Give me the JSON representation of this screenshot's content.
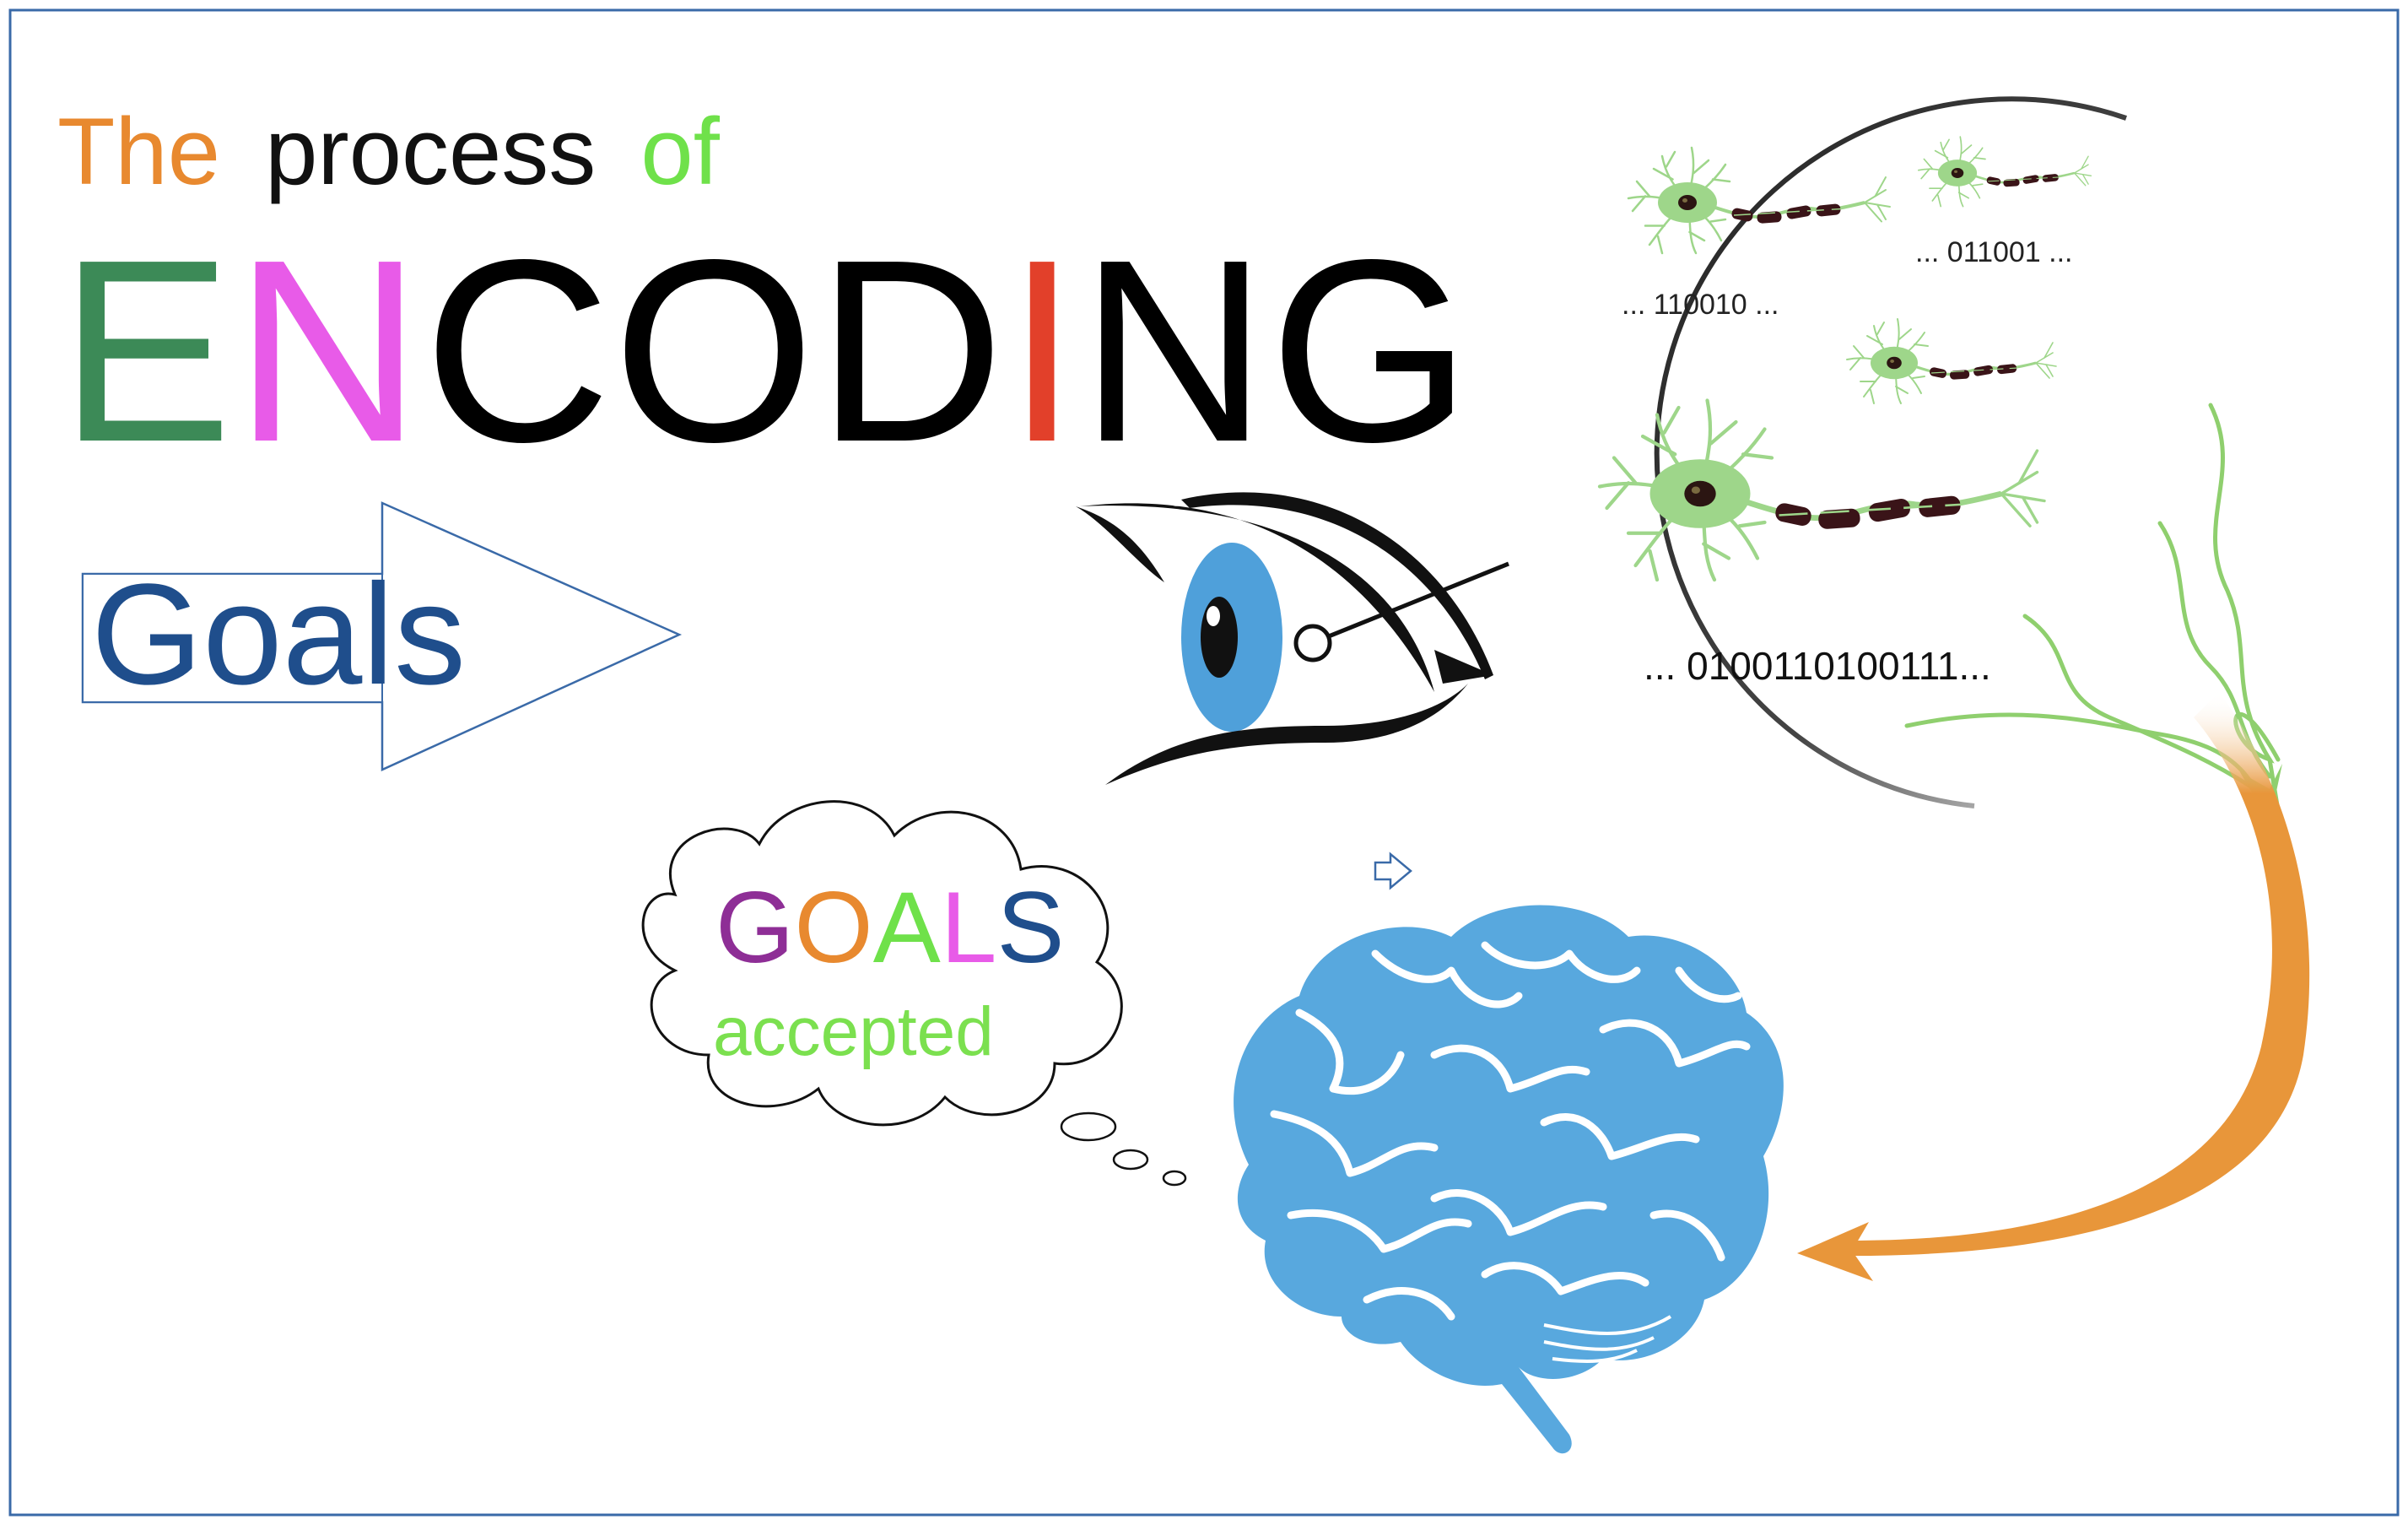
{
  "title": {
    "words": [
      {
        "text": "The",
        "color": "#E8892F"
      },
      {
        "text": "process",
        "color": "#111111"
      },
      {
        "text": "of",
        "color": "#6FE14A"
      }
    ]
  },
  "heading": {
    "letters": [
      {
        "text": "E",
        "color": "#3C8A57"
      },
      {
        "text": "N",
        "color": "#E85BE8"
      },
      {
        "text": "C",
        "color": "#000000"
      },
      {
        "text": "O",
        "color": "#000000"
      },
      {
        "text": "D",
        "color": "#000000"
      },
      {
        "text": "I",
        "color": "#E2402A"
      },
      {
        "text": "N",
        "color": "#000000"
      },
      {
        "text": "G",
        "color": "#000000"
      }
    ]
  },
  "goals_box": {
    "label": "Goals",
    "color": "#1F4E8C"
  },
  "thought": {
    "letters": [
      {
        "text": "G",
        "color": "#8E2E96"
      },
      {
        "text": "O",
        "color": "#E8892F"
      },
      {
        "text": "A",
        "color": "#6FE14A"
      },
      {
        "text": "L",
        "color": "#E85BE8"
      },
      {
        "text": "S",
        "color": "#1F4E8C"
      }
    ],
    "subtitle": "accepted",
    "subtitle_color": "#7BE04F"
  },
  "binary_codes": {
    "small_left": "... 110010 ...",
    "small_right": "... 011001 ...",
    "large": "... 0100110100111..."
  },
  "colors": {
    "neuron": "#9ED68A",
    "myelin": "#3A1418",
    "eye_iris": "#4FA0DA",
    "brain": "#58A8DE",
    "arrow_orange": "#E8963A",
    "arrow_green": "#8FCF6E",
    "frame": "#3A6AA8"
  },
  "icons": {
    "eye": "eye-icon",
    "brain": "brain-icon",
    "neuron": "neuron-icon",
    "cursor": "small-arrow-icon"
  }
}
